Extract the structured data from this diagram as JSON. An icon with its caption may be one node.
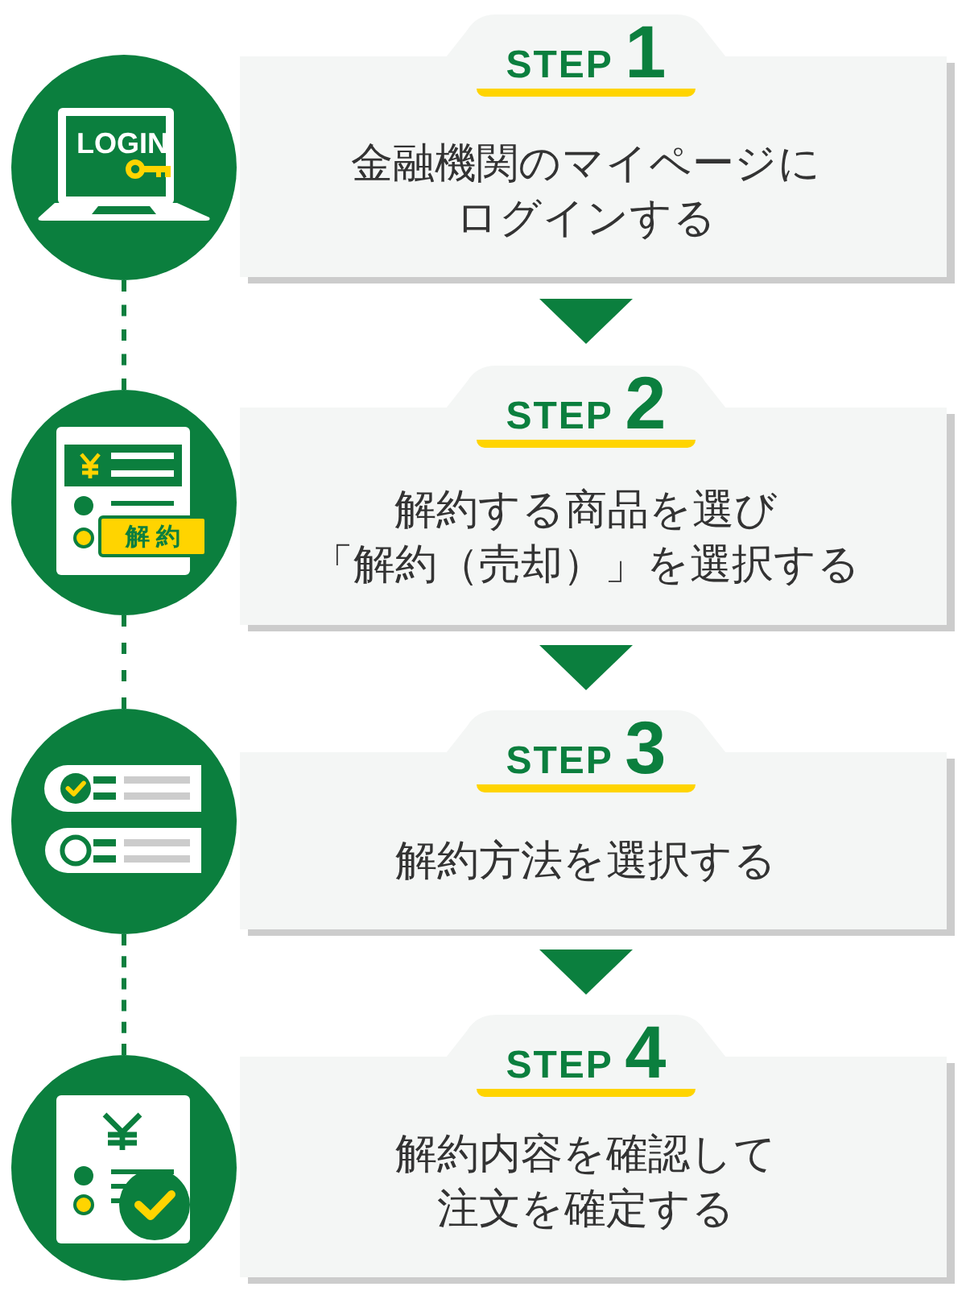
{
  "diagram": {
    "nodes": [
      {
        "text": [
          "STEP 1",
          "金融機関のマイページにログインする"
        ]
      },
      {
        "text": [
          "LOGIN"
        ]
      },
      {
        "text": [
          "STEP 2",
          "解約する商品を選び「解約（売却）」を選択する"
        ]
      },
      {
        "text": [
          "解約"
        ]
      },
      {
        "text": [
          "STEP 3",
          "解約方法を選択する"
        ]
      },
      {
        "text": [],
        "shape": "circle"
      },
      {
        "text": [
          "STEP 4",
          "解約内容を確認して注文を確定する"
        ]
      },
      {
        "text": [],
        "shape": "circle"
      }
    ],
    "edges": [
      {
        "from": 0,
        "to": 2,
        "arrow": "to"
      },
      {
        "from": 2,
        "to": 4,
        "arrow": "to"
      },
      {
        "from": 4,
        "to": 6,
        "arrow": "to"
      },
      {
        "from": 1,
        "to": 3,
        "arrow": "none",
        "style": "dashed"
      },
      {
        "from": 3,
        "to": 5,
        "arrow": "none",
        "style": "dashed"
      },
      {
        "from": 5,
        "to": 7,
        "arrow": "none",
        "style": "dashed"
      }
    ]
  }
}
